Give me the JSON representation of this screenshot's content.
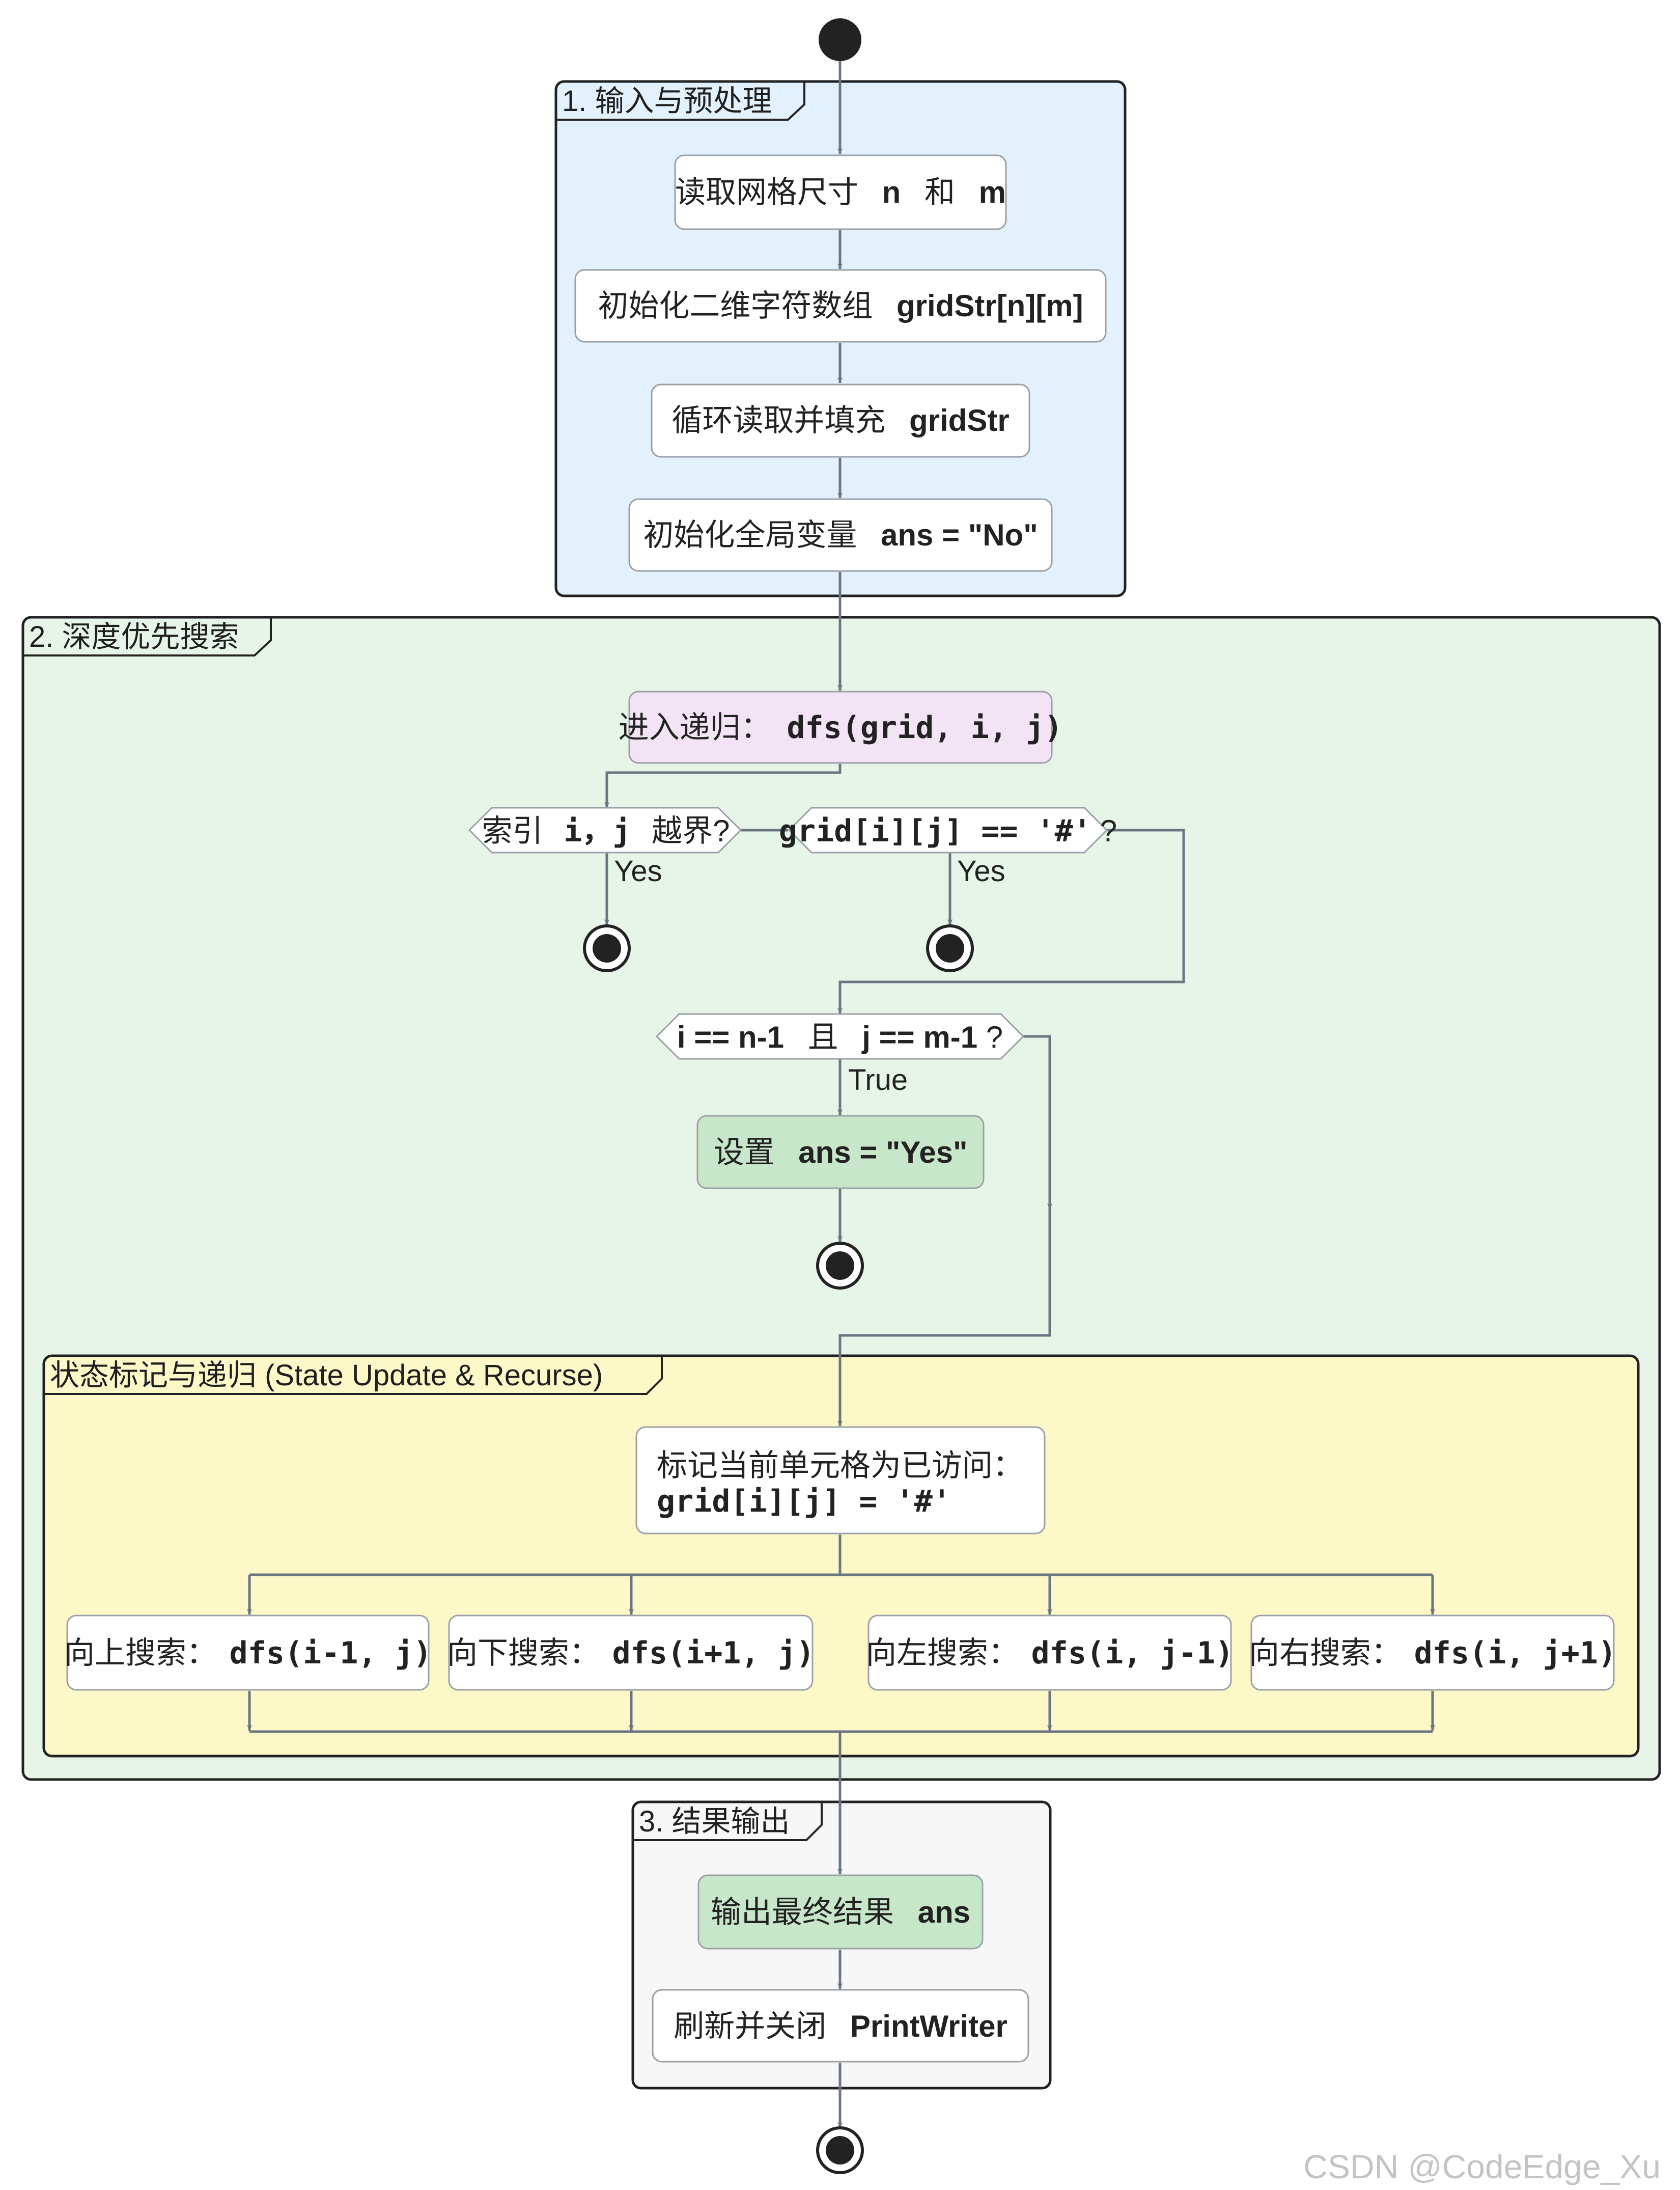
{
  "lanes": {
    "input": {
      "title": "1. 输入与预处理"
    },
    "dfs": {
      "title": "2. 深度优先搜索"
    },
    "state": {
      "title": "状态标记与递归 (State Update & Recurse)"
    },
    "output": {
      "title": "3. 结果输出"
    }
  },
  "nodes": {
    "read_size": {
      "pre": "读取网格尺寸",
      "b1": "n",
      "mid": "和",
      "b2": "m"
    },
    "init_grid": {
      "pre": "初始化二维字符数组",
      "code": "gridStr[n][m]"
    },
    "fill_grid": {
      "pre": "循环读取并填充",
      "code": "gridStr"
    },
    "init_ans": {
      "pre": "初始化全局变量",
      "code": "ans = \"No\""
    },
    "enter_dfs": {
      "pre": "进入递归：",
      "code": "dfs(grid, i, j)"
    },
    "check_bounds": {
      "pre": "索引",
      "code": "i，j",
      "post": "越界?"
    },
    "check_wall": {
      "code": "grid[i][j] == '#'",
      "post": "?"
    },
    "check_target": {
      "c1": "i == n-1",
      "mid": "且",
      "c2": "j == m-1",
      "post": "?"
    },
    "set_yes": {
      "pre": "设置",
      "code": "ans = \"Yes\""
    },
    "mark_visited": {
      "line1": "标记当前单元格为已访问：",
      "line2": "grid[i][j] = '#'"
    },
    "search_up": {
      "pre": "向上搜索：",
      "code": "dfs(i-1, j)"
    },
    "search_down": {
      "pre": "向下搜索：",
      "code": "dfs(i+1, j)"
    },
    "search_left": {
      "pre": "向左搜索：",
      "code": "dfs(i, j-1)"
    },
    "search_right": {
      "pre": "向右搜索：",
      "code": "dfs(i, j+1)"
    },
    "print_ans": {
      "pre": "输出最终结果",
      "code": "ans"
    },
    "flush_close": {
      "pre": "刷新并关闭",
      "code": "PrintWriter"
    }
  },
  "edge_labels": {
    "bounds_yes": "Yes",
    "wall_yes": "Yes",
    "target_true": "True"
  },
  "watermark": "CSDN @CodeEdge_Xu",
  "colors": {
    "lane_input": "#e3f1fd",
    "lane_dfs": "#e7f5e8",
    "lane_state": "#fdf8c7",
    "lane_output": "#f7f7f7",
    "node_default": "#ffffff",
    "node_dfs": "#f3e4f5",
    "node_success": "#c8e6ca",
    "arrow": "#6b7680",
    "terminal": "#222222"
  }
}
